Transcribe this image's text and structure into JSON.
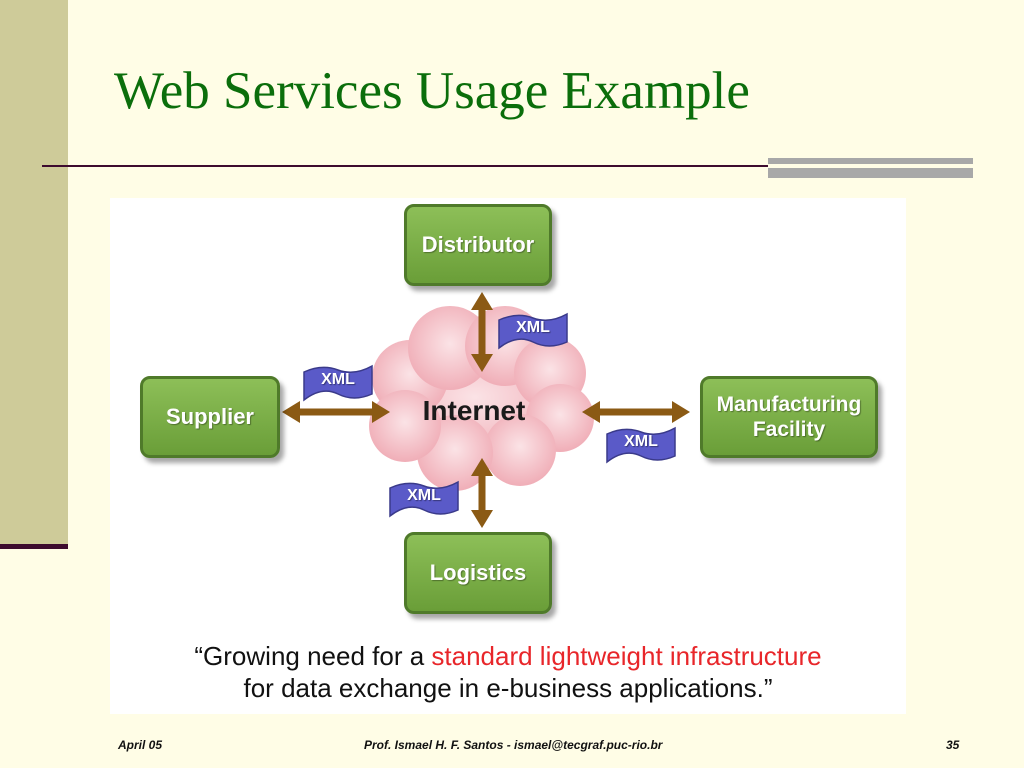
{
  "slide": {
    "title": "Web Services Usage Example",
    "footer_date": "April 05",
    "footer_author": "Prof. Ismael H. F. Santos -  ismael@tecgraf.puc-rio.br",
    "page_number": "35"
  },
  "diagram": {
    "center": "Internet",
    "nodes": {
      "distributor": "Distributor",
      "supplier": "Supplier",
      "manufacturing_line1": "Manufacturing",
      "manufacturing_line2": "Facility",
      "logistics": "Logistics"
    },
    "xml_labels": [
      "XML",
      "XML",
      "XML",
      "XML"
    ],
    "colors": {
      "node": "#7AAF45",
      "arrow": "#8B5A14",
      "cloud": "#F2B5BE",
      "flag": "#5A5AC8",
      "highlight": "#E8262A"
    }
  },
  "quote": {
    "line1_prefix": "“Growing need for a ",
    "line1_highlight": "standard lightweight infrastructure",
    "line2": "for data exchange in e-business applications.”"
  }
}
